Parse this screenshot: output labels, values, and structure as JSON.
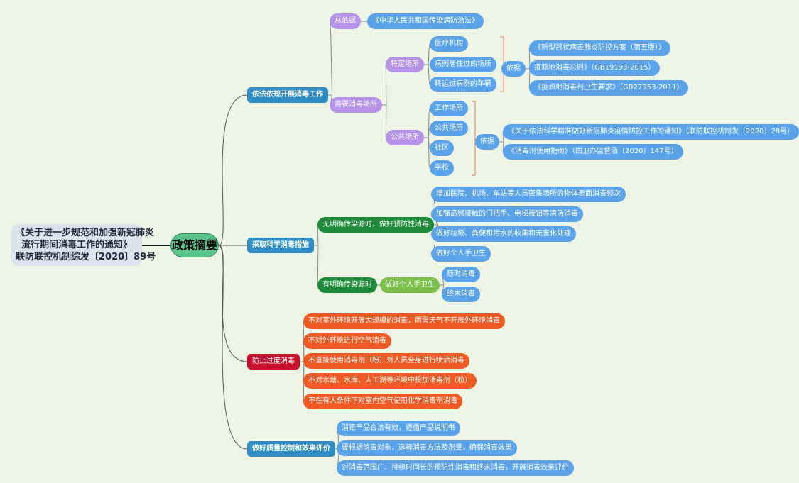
{
  "root_title": [
    "《关于进一步规范和加强新冠肺炎",
    "流行期间消毒工作的通知》",
    "联防联控机制综发〔2020〕89号"
  ],
  "center_label": "政策摘要",
  "branches": {
    "lawful": {
      "label": "依法依规开展消毒工作",
      "overall_basis": {
        "label": "总依据",
        "law": "《中华人民共和国传染病防治法》"
      },
      "needs_places": {
        "label": "需要消毒场所",
        "specific": {
          "label": "特定场所",
          "items": [
            "医疗机构",
            "病例居住过的场所",
            "转运过病例的车辆"
          ],
          "basis_label": "依据",
          "basis": [
            "《新型冠状病毒肺炎防控方案（第五版）》",
            "疫源地消毒总则》（GB19193-2015）",
            "《疫源地消毒剂卫生要求》（GB27953-2011）"
          ]
        },
        "public": {
          "label": "公共场所",
          "items": [
            "工作场所",
            "公共场所",
            "社区",
            "学校"
          ],
          "basis_label": "依据",
          "basis": [
            "《关于依法科学精准做好新冠肺炎疫情防控工作的通知》（联防联控机制发〔2020〕28号）",
            "《消毒剂使用指南》（国卫办监督函〔2020〕147号）"
          ]
        }
      }
    },
    "scientific": {
      "label": "采取科学消毒措施",
      "no_source": {
        "label": "无明确传染源时，做好预防性消毒",
        "items": [
          "增加医院、机场、车站等人员密集场所的物体表面消毒频次",
          "加强高频接触的门把手、电梯按钮等清洁消毒",
          "做好垃圾、粪便和污水的收集和无害化处理",
          "做好个人手卫生"
        ]
      },
      "has_source": {
        "label": "有明确传染源时",
        "hand": {
          "label": "做好个人手卫生",
          "items": [
            "随时消毒",
            "终末消毒"
          ]
        }
      }
    },
    "excessive": {
      "label": "防止过度消毒",
      "items": [
        "不对室外环境开展大规模的消毒，雨雪天气不开展外环境消毒",
        "不对外环境进行空气消毒",
        "不直接使用消毒剂（粉）对人员全身进行喷洒消毒",
        "不对水塘、水库、人工湖等环境中投加消毒剂（粉）",
        "不在有人条件下对室内空气使用化学消毒剂消毒"
      ]
    },
    "quality": {
      "label": "做好质量控制和效果评价",
      "items": [
        "消毒产品合法有效，遵循产品说明书",
        "要根据消毒对象，选择消毒方法及剂量，确保消毒效果",
        "对消毒范围广、持续时间长的预防性消毒和终末消毒，开展消毒效果评价"
      ]
    }
  }
}
